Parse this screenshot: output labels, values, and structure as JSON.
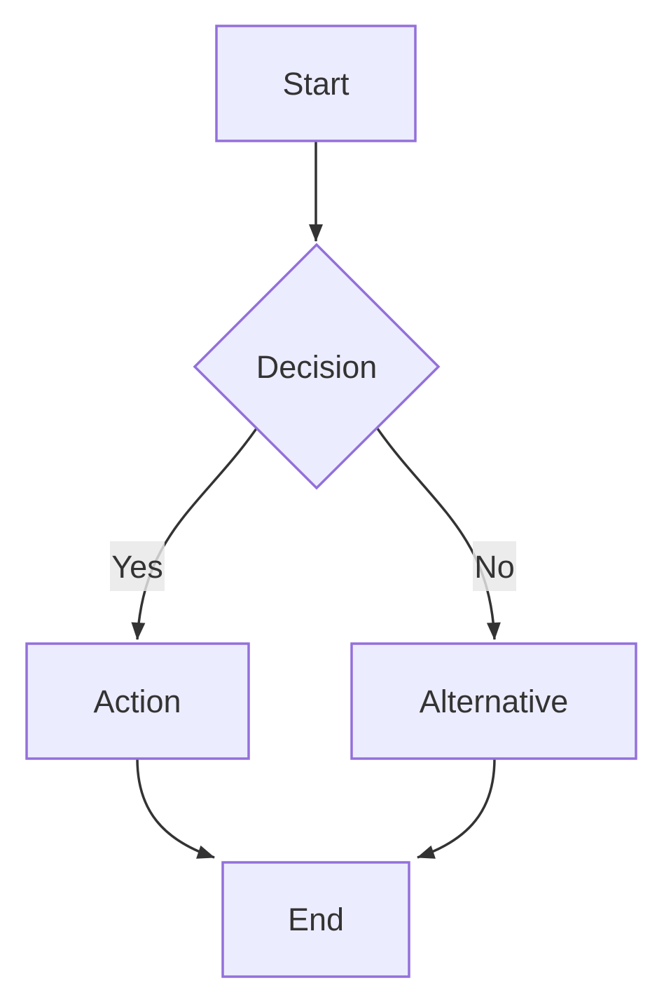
{
  "diagram": {
    "type": "flowchart",
    "direction": "top-down",
    "nodes": [
      {
        "id": "start",
        "label": "Start",
        "shape": "rectangle"
      },
      {
        "id": "decision",
        "label": "Decision",
        "shape": "diamond"
      },
      {
        "id": "action",
        "label": "Action",
        "shape": "rectangle"
      },
      {
        "id": "alternative",
        "label": "Alternative",
        "shape": "rectangle"
      },
      {
        "id": "end",
        "label": "End",
        "shape": "rectangle"
      }
    ],
    "edges": [
      {
        "from": "start",
        "to": "decision",
        "label": ""
      },
      {
        "from": "decision",
        "to": "action",
        "label": "Yes"
      },
      {
        "from": "decision",
        "to": "alternative",
        "label": "No"
      },
      {
        "from": "action",
        "to": "end",
        "label": ""
      },
      {
        "from": "alternative",
        "to": "end",
        "label": ""
      }
    ],
    "colors": {
      "node_fill": "#ECECFF",
      "node_border": "#9370DB",
      "edge_stroke": "#333333",
      "text": "#333333",
      "edge_label_bg": "#E8E8E8",
      "background": "#FFFFFF"
    }
  }
}
